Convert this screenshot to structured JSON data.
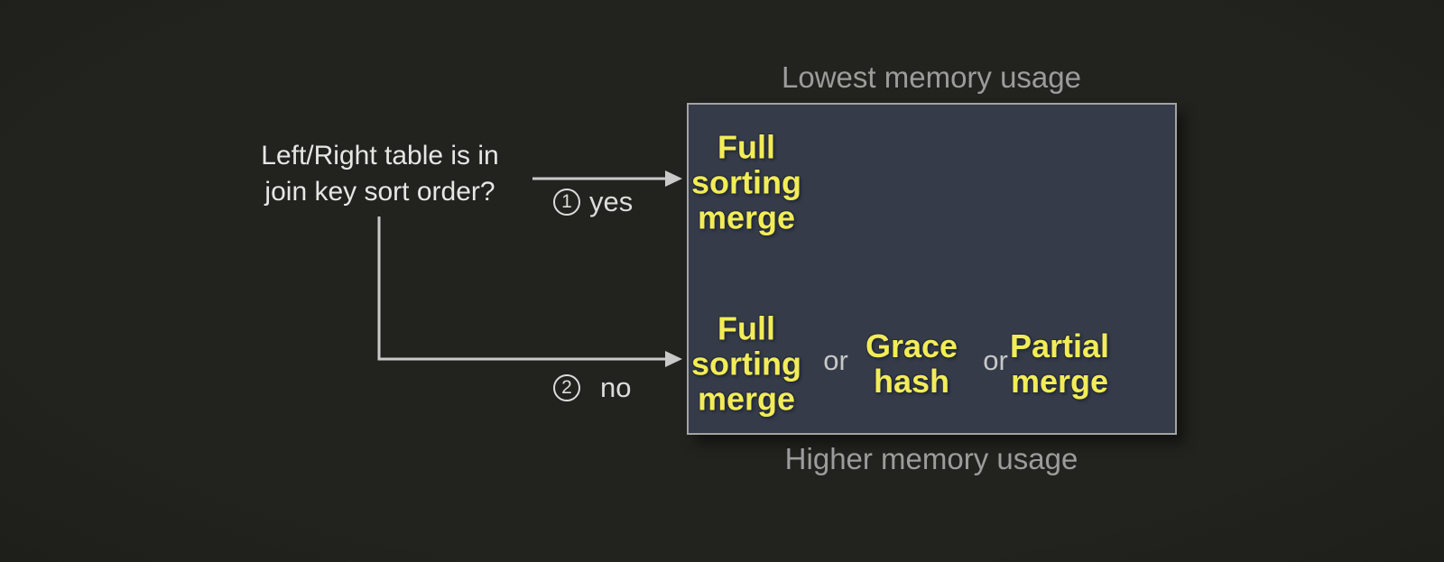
{
  "colors": {
    "background": "#22221e",
    "box_fill": "#353b48",
    "box_border": "#a3a3a3",
    "algo_yellow": "#f2ec58",
    "algo_outline": "#252b3a",
    "memory_label_gray": "#9c9c9c",
    "question_white": "#e6e6e6",
    "arrow_gray": "#c9c9c9",
    "or_gray": "#c8c8c8",
    "branch_label_gray": "#dcdcdc"
  },
  "question": {
    "line1": "Left/Right table is in",
    "line2": "join key sort order?"
  },
  "branch_yes": {
    "number": "1",
    "label": "yes"
  },
  "branch_no": {
    "number": "2",
    "label": "no"
  },
  "memory_labels": {
    "top": "Lowest memory usage",
    "bottom": "Higher memory usage"
  },
  "algorithms": {
    "sorted_case": {
      "lines": [
        "Full",
        "sorting",
        "merge"
      ]
    },
    "unsorted_case": {
      "option1": {
        "lines": [
          "Full",
          "sorting",
          "merge"
        ]
      },
      "separator1": "or",
      "option2": {
        "lines": [
          "Grace",
          "hash"
        ]
      },
      "separator2": "or",
      "option3": {
        "lines": [
          "Partial",
          "merge"
        ]
      }
    }
  }
}
